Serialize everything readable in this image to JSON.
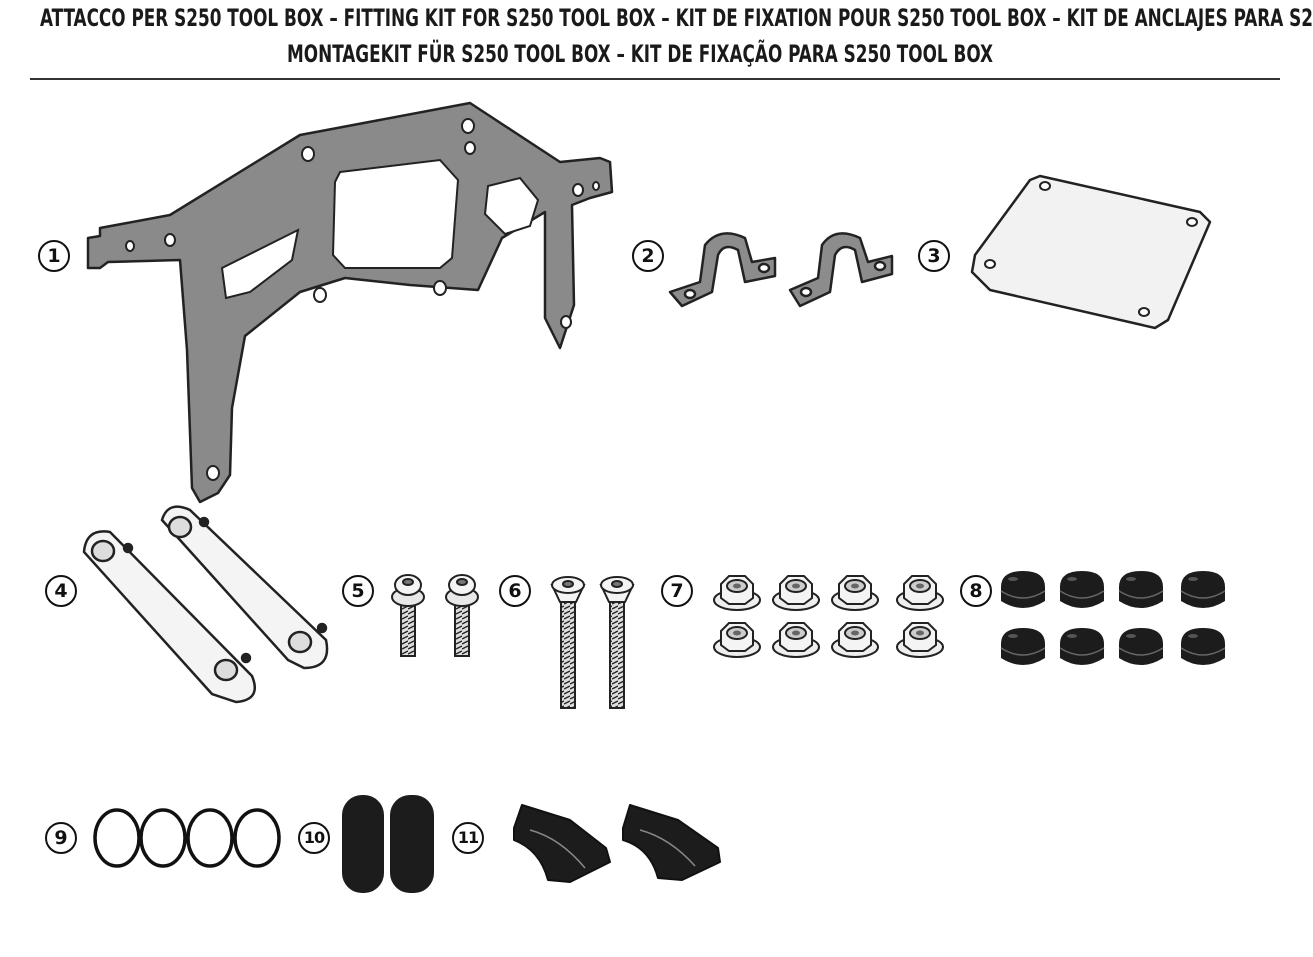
{
  "header": {
    "title_line1": "ATTACCO  PER S250 TOOL BOX – FITTING KIT FOR S250 TOOL BOX – KIT DE FIXATION POUR S250 TOOL BOX – KIT DE ANCLAJES PARA S2",
    "title_line2": "MONTAGEKIT FÜR S250 TOOL BOX – KIT DE FIXAÇÃO PARA S250 TOOL BOX"
  },
  "parts": [
    {
      "number": "1",
      "icon": "mounting-plate-icon"
    },
    {
      "number": "2",
      "icon": "u-clamp-icon"
    },
    {
      "number": "3",
      "icon": "flat-plate-icon"
    },
    {
      "number": "4",
      "icon": "spacer-bar-icon"
    },
    {
      "number": "5",
      "icon": "short-screw-icon"
    },
    {
      "number": "6",
      "icon": "long-screw-icon"
    },
    {
      "number": "7",
      "icon": "flange-nut-icon"
    },
    {
      "number": "8",
      "icon": "cap-nut-icon"
    },
    {
      "number": "9",
      "icon": "o-ring-icon"
    },
    {
      "number": "10",
      "icon": "rubber-pad-icon"
    },
    {
      "number": "11",
      "icon": "rubber-saddle-icon"
    }
  ]
}
